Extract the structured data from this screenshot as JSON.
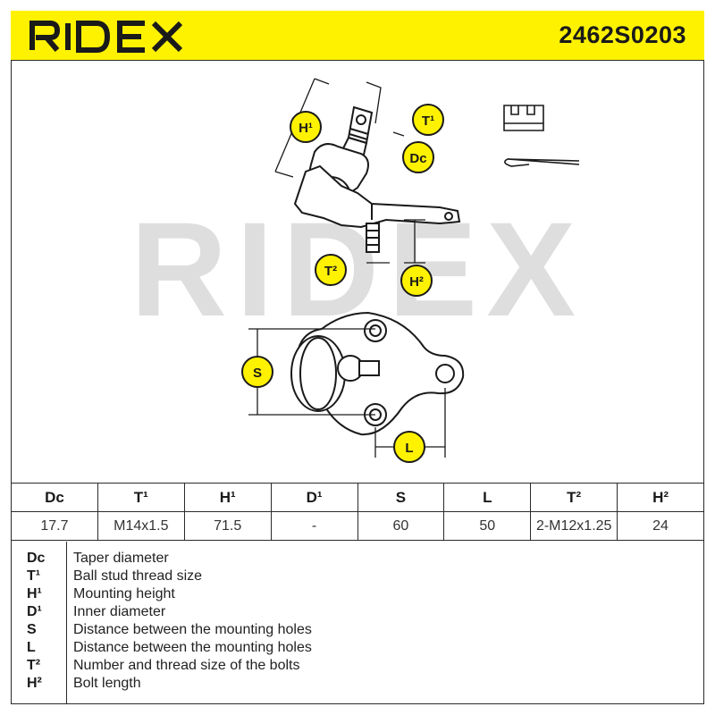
{
  "brand": {
    "logo_text": "RIDEX",
    "watermark_text": "RIDEX",
    "accent_color": "#fff200"
  },
  "part_number": "2462S0203",
  "drawing": {
    "labels": {
      "h1": "H¹",
      "t1": "T¹",
      "dc": "Dc",
      "t2": "T²",
      "h2": "H²",
      "s": "S",
      "l": "L"
    }
  },
  "specs": {
    "headers": [
      "Dc",
      "T¹",
      "H¹",
      "D¹",
      "S",
      "L",
      "T²",
      "H²"
    ],
    "values": [
      "17.7",
      "M14x1.5",
      "71.5",
      "-",
      "60",
      "50",
      "2-M12x1.25",
      "24"
    ]
  },
  "legend": [
    {
      "key": "Dc",
      "text": "Taper diameter"
    },
    {
      "key": "T¹",
      "text": "Ball stud thread size"
    },
    {
      "key": "H¹",
      "text": "Mounting height"
    },
    {
      "key": "D¹",
      "text": "Inner diameter"
    },
    {
      "key": "S",
      "text": "Distance between the mounting holes"
    },
    {
      "key": "L",
      "text": "Distance between the mounting holes"
    },
    {
      "key": "T²",
      "text": "Number and thread size of the bolts"
    },
    {
      "key": "H²",
      "text": "Bolt length"
    }
  ]
}
